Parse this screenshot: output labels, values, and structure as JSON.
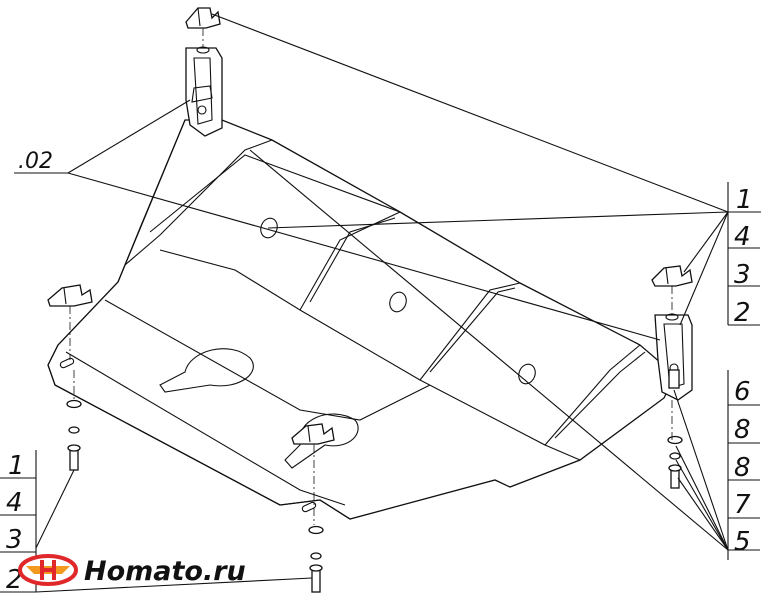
{
  "part_labels": {
    "top_leader": ".02",
    "right_top": [
      "1",
      "4",
      "3",
      "2"
    ],
    "right_bottom": [
      "6",
      "8",
      "8",
      "7",
      "5"
    ],
    "left_bottom": [
      "1",
      "4",
      "3",
      "2"
    ]
  },
  "watermark": {
    "text": "Homato.ru",
    "colors": {
      "red": "#e0282b",
      "orange": "#f39a1e",
      "text": "#111111"
    }
  }
}
